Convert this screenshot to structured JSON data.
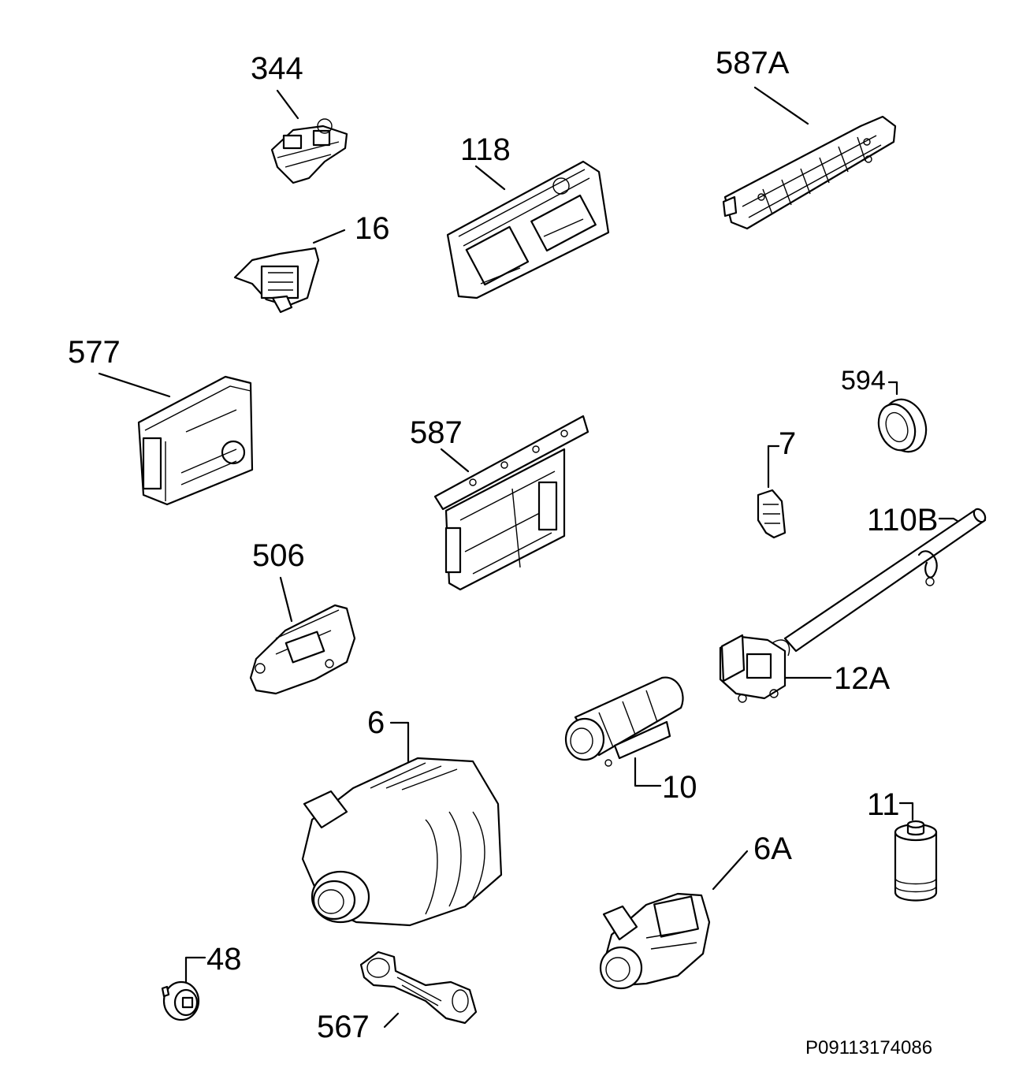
{
  "diagram": {
    "drawing_code": "P09113174086",
    "parts": [
      {
        "id": "344",
        "label": "344"
      },
      {
        "id": "587A",
        "label": "587A"
      },
      {
        "id": "118",
        "label": "118"
      },
      {
        "id": "16",
        "label": "16"
      },
      {
        "id": "577",
        "label": "577"
      },
      {
        "id": "594",
        "label": "594"
      },
      {
        "id": "587",
        "label": "587"
      },
      {
        "id": "7",
        "label": "7"
      },
      {
        "id": "110B",
        "label": "110B"
      },
      {
        "id": "506",
        "label": "506"
      },
      {
        "id": "12A",
        "label": "12A"
      },
      {
        "id": "6",
        "label": "6"
      },
      {
        "id": "10",
        "label": "10"
      },
      {
        "id": "11",
        "label": "11"
      },
      {
        "id": "6A",
        "label": "6A"
      },
      {
        "id": "48",
        "label": "48"
      },
      {
        "id": "567",
        "label": "567"
      }
    ]
  }
}
